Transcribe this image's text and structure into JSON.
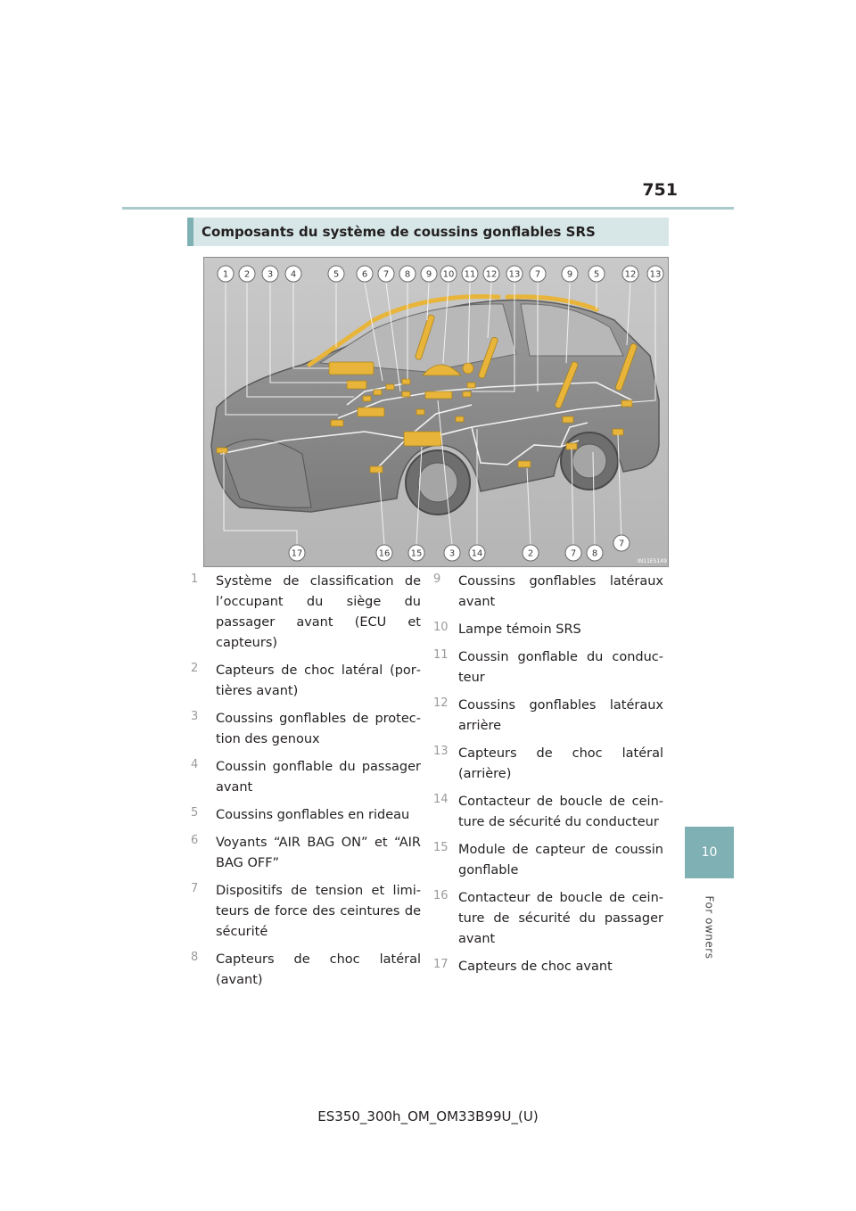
{
  "page": {
    "number": "751",
    "chapter_number": "10",
    "chapter_label": "For owners",
    "footer": "ES350_300h_OM_OM33B99U_(U)"
  },
  "section": {
    "title": "Composants du système de coussins gonflables SRS"
  },
  "figure": {
    "code": "IN11ES149",
    "callouts_top": [
      "1",
      "2",
      "3",
      "4",
      "5",
      "6",
      "7",
      "8",
      "9",
      "10",
      "11",
      "12",
      "13",
      "7",
      "9",
      "5",
      "12",
      "13"
    ],
    "callouts_bottom": [
      "17",
      "16",
      "15",
      "3",
      "14",
      "2",
      "7",
      "8",
      "7"
    ]
  },
  "items_left": [
    {
      "n": "1",
      "text": "Système de classification de l’occupant du siège du passager avant (ECU et capteurs)"
    },
    {
      "n": "2",
      "text": "Capteurs de choc latéral (por­tières avant)"
    },
    {
      "n": "3",
      "text": "Coussins gonflables de protec­tion des genoux"
    },
    {
      "n": "4",
      "text": "Coussin gonflable du passager avant"
    },
    {
      "n": "5",
      "text": "Coussins gonflables en rideau"
    },
    {
      "n": "6",
      "text": "Voyants “AIR BAG ON” et “AIR BAG OFF”"
    },
    {
      "n": "7",
      "text": "Dispositifs de tension et limi­teurs de force des ceintures de sécurité"
    },
    {
      "n": "8",
      "text": "Capteurs de choc latéral (avant)"
    }
  ],
  "items_right": [
    {
      "n": "9",
      "text": "Coussins gonflables latéraux avant"
    },
    {
      "n": "10",
      "text": "Lampe témoin SRS"
    },
    {
      "n": "11",
      "text": "Coussin gonflable du conduc­teur"
    },
    {
      "n": "12",
      "text": "Coussins gonflables latéraux arrière"
    },
    {
      "n": "13",
      "text": "Capteurs de choc latéral (arrière)"
    },
    {
      "n": "14",
      "text": "Contacteur de boucle de cein­ture de sécurité du conducteur"
    },
    {
      "n": "15",
      "text": "Module de capteur de coussin gonflable"
    },
    {
      "n": "16",
      "text": "Contacteur de boucle de cein­ture de sécurité du passager avant"
    },
    {
      "n": "17",
      "text": "Capteurs de choc avant"
    }
  ],
  "colors": {
    "accent": "#7fb1b4",
    "section_bg": "#d7e7e8",
    "airbag": "#e8b53a",
    "wire": "#f2f2f2"
  }
}
